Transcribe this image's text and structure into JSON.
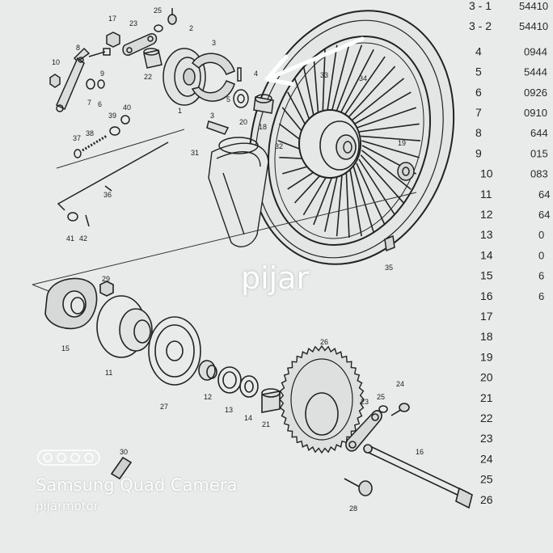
{
  "diagram": {
    "callouts": {
      "c17": "17",
      "c23a": "23",
      "c25a": "25",
      "c2": "2",
      "c3a": "3",
      "c4": "4",
      "c10": "10",
      "c8": "8",
      "c9": "9",
      "c7": "7",
      "c6": "6",
      "c22": "22",
      "c1": "1",
      "c3b": "3",
      "c5": "5",
      "c20": "20",
      "c18": "18",
      "c33": "33",
      "c34": "34",
      "c40": "40",
      "c39": "39",
      "c37": "37",
      "c38": "38",
      "c31": "31",
      "c32": "32",
      "c19": "19",
      "c36": "36",
      "c41": "41",
      "c42": "42",
      "c35": "35",
      "c29": "29",
      "c15": "15",
      "c11": "11",
      "c27": "27",
      "c26": "26",
      "c12": "12",
      "c13": "13",
      "c14": "14",
      "c21": "21",
      "c23b": "23",
      "c25b": "25",
      "c24": "24",
      "c16": "16",
      "c28": "28",
      "c30": "30"
    },
    "arrow_color": "#ffffff"
  },
  "parts_list": [
    {
      "no": "3 - 1",
      "code": "54410"
    },
    {
      "no": "3 - 2",
      "code": "54410"
    },
    {
      "no": "4",
      "code": "0944"
    },
    {
      "no": "5",
      "code": "5444"
    },
    {
      "no": "6",
      "code": "0926"
    },
    {
      "no": "7",
      "code": "0910"
    },
    {
      "no": "8",
      "code": "644"
    },
    {
      "no": "9",
      "code": "015"
    },
    {
      "no": "10",
      "code": "083"
    },
    {
      "no": "11",
      "code": "64"
    },
    {
      "no": "12",
      "code": "64"
    },
    {
      "no": "13",
      "code": "0"
    },
    {
      "no": "14",
      "code": "0"
    },
    {
      "no": "15",
      "code": "6"
    },
    {
      "no": "16",
      "code": "6"
    },
    {
      "no": "17",
      "code": ""
    },
    {
      "no": "18",
      "code": ""
    },
    {
      "no": "19",
      "code": ""
    },
    {
      "no": "20",
      "code": ""
    },
    {
      "no": "21",
      "code": ""
    },
    {
      "no": "22",
      "code": ""
    },
    {
      "no": "23",
      "code": ""
    },
    {
      "no": "24",
      "code": ""
    },
    {
      "no": "25",
      "code": ""
    },
    {
      "no": "26",
      "code": ""
    }
  ],
  "overlay": {
    "watermark": "pijar",
    "camera_name": "Samsung Quad Camera",
    "camera_user": "pijarmotor"
  }
}
